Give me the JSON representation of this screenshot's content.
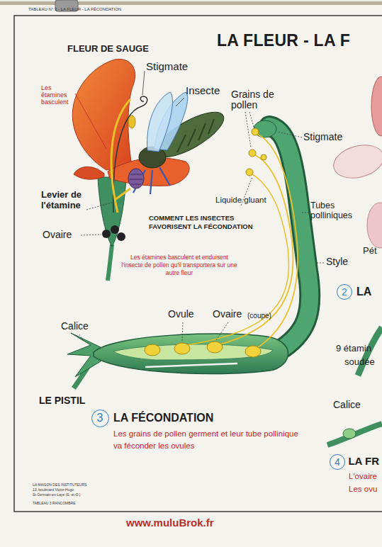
{
  "diagram": {
    "title": "LA FLEUR - LA F",
    "nodes": [
      {
        "text": [
          "2"
        ]
      },
      {
        "text": [
          "3"
        ]
      },
      {
        "text": [
          "4"
        ]
      }
    ],
    "labels": [
      "TABLEAU N° 3 - LA FLEUR - LA FÉCONDATION",
      "FLEUR DE SAUGE",
      "Stigmate",
      "Les étamines basculent",
      "Insecte",
      "Grains de pollen",
      "Stigmate",
      "Levier de l'étamine",
      "Liquide gluant",
      "Tubes polliniques",
      "COMMENT LES INSECTES FAVORISENT LA FÉCONDATION",
      "Ovaire",
      "Pét",
      "Les étamines basculent et enduisent l'insecte de pollen qu'il transportera sur une autre fleur",
      "Style",
      "LA",
      "Ovule",
      "Ovaire",
      "(coupe)",
      "Calice",
      "9 étamin",
      "soudée",
      "LE PISTIL",
      "Calice",
      "LA FÉCONDATION",
      "Les grains de pollen germent et leur tube pollinique va féconder les ovules",
      "LA FR",
      "L'ovaire",
      "Les ovu",
      "LA MAISON DES INSTITUTEURS",
      "13, boulevard Victor-Hugo",
      "St-Germain-en-Laye (S.-et-O.)",
      "TABLEAU 3 RANCOMBRE",
      "www.muluBrok.fr"
    ]
  }
}
